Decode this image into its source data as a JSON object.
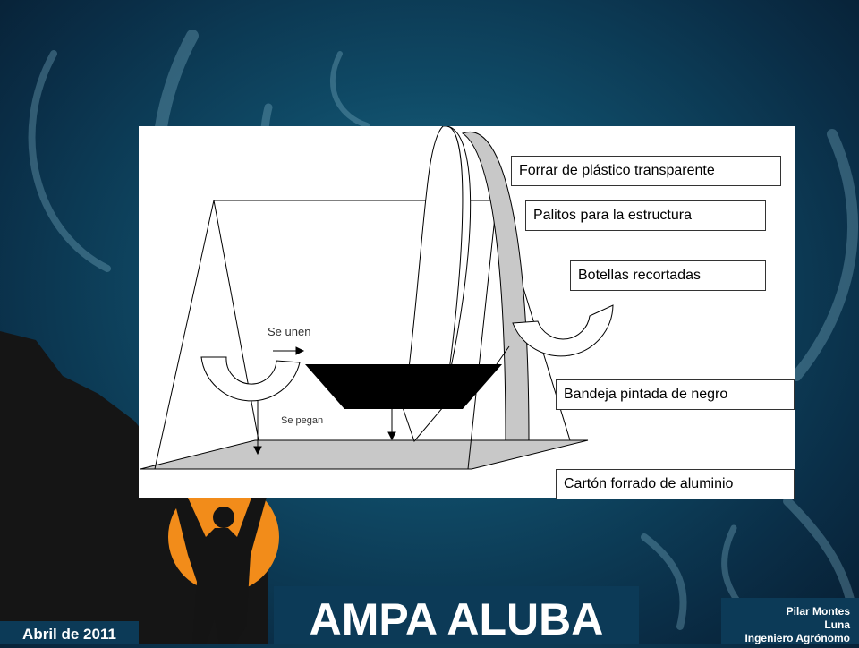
{
  "labels": {
    "forrar": "Forrar de plástico transparente",
    "palitos": "Palitos para la estructura",
    "botellas": "Botellas recortadas",
    "bandeja": "Bandeja pintada de negro",
    "carton": "Cartón forrado de aluminio"
  },
  "notes": {
    "se_unen": "Se unen",
    "se_pegan": "Se pegan"
  },
  "footer": {
    "date": "Abril de 2011",
    "title": "AMPA ALUBA",
    "author_line1": "Pilar Montes",
    "author_line2": "Luna",
    "author_line3": "Ingeniero Agrónomo"
  },
  "colors": {
    "background": "#0f4a66",
    "footer_box": "#0c3a57",
    "sun": "#f28c1a",
    "silhouette": "#141414",
    "arrow_gray": "#c8c8c8"
  }
}
